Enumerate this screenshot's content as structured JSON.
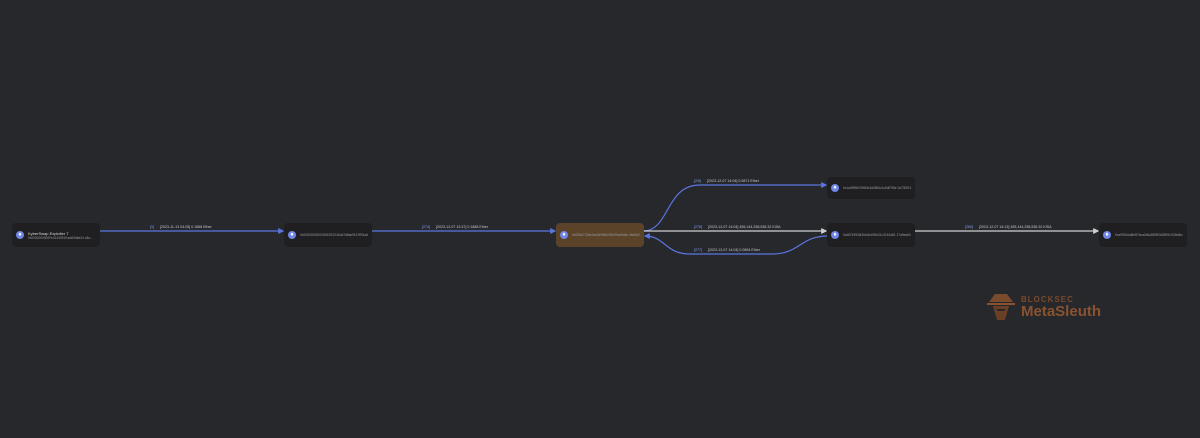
{
  "graph": {
    "nodes": [
      {
        "id": "n1",
        "label": "KyberSwap Exploiter 7",
        "addr": "0x0000000000Fe4134091f1ea53d6e24 c8a...",
        "highlight": false
      },
      {
        "id": "n2",
        "label": "",
        "addr": "0x000000000000003f2124b4d7d8ae919 ff9f1a6a29b",
        "highlight": false
      },
      {
        "id": "n3",
        "label": "",
        "addr": "0x090a772be2ae3d9f6f0c92e99ce8d4e dbe5d2bdff",
        "highlight": true
      },
      {
        "id": "n4",
        "label": "",
        "addr": "0x1a4f9f5b70f8f4e3a9684c1c5d07f5e 2a73f2f1860",
        "highlight": false
      },
      {
        "id": "n5",
        "label": "",
        "addr": "0xd874993f43bb4d49f0c01c3161d81 17a9ea60f",
        "highlight": false
      },
      {
        "id": "n6",
        "label": "",
        "addr": "0xa993e0a8b9f7bca2b6a5f09f0b2f89b f23fbdbc2f",
        "highlight": false
      }
    ],
    "edges": [
      {
        "id": "e1",
        "index": "[1]",
        "text": "[2023-11-13 04:25] 0.1888 Ether",
        "color": "#5b74e0"
      },
      {
        "id": "e2",
        "index": "[274]",
        "text": "[2023-12-07 13:37] 0.1888 Ether",
        "color": "#5b74e0"
      },
      {
        "id": "e3",
        "index": "[2/5]",
        "text": "[2023-12-07 14:04] 0.0871 Ether",
        "color": "#5b74e0"
      },
      {
        "id": "e4",
        "index": "[276]",
        "text": "[2023-12-07 14:04] 455,144,258,536.32 KISA",
        "color": "#d0d0d0"
      },
      {
        "id": "e5",
        "index": "[277]",
        "text": "[2023-12-07 14:04] 0.0654 Ether",
        "color": "#5b74e0"
      },
      {
        "id": "e6",
        "index": "[260]",
        "text": "[2023-12-07 14:13] 455,144,258,536.32 KISA",
        "color": "#d0d0d0"
      }
    ]
  },
  "icons": {
    "node_icon": "ethereum-icon"
  },
  "logo": {
    "top": "BLOCKSEC",
    "main": "MetaSleuth",
    "color": "#8a5230"
  }
}
